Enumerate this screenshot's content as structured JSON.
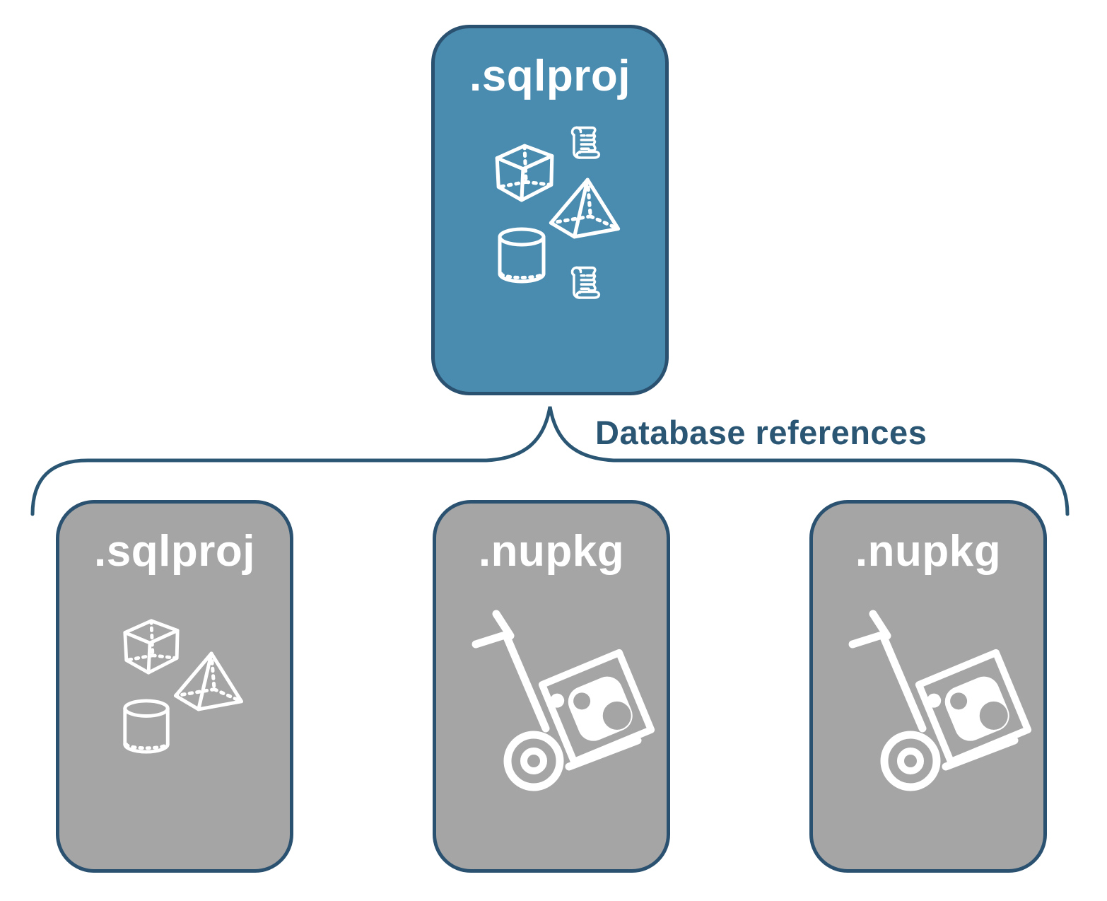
{
  "diagram": {
    "caption": "Database references",
    "root_node": {
      "label": ".sqlproj",
      "kind": "sql-project"
    },
    "child_nodes": [
      {
        "label": ".sqlproj",
        "kind": "sql-project"
      },
      {
        "label": ".nupkg",
        "kind": "nuget-package"
      },
      {
        "label": ".nupkg",
        "kind": "nuget-package"
      }
    ],
    "colors": {
      "root_fill": "#4a8caf",
      "child_fill": "#a5a5a5",
      "outline_navy": "#2b5170",
      "caption_navy": "#2a5674",
      "icon_white": "#ffffff"
    },
    "icons": {
      "sql_project": [
        "cube-icon",
        "script-scroll-icon",
        "pyramid-icon",
        "cylinder-icon"
      ],
      "nuget_package": [
        "hand-truck-package-icon"
      ]
    }
  }
}
